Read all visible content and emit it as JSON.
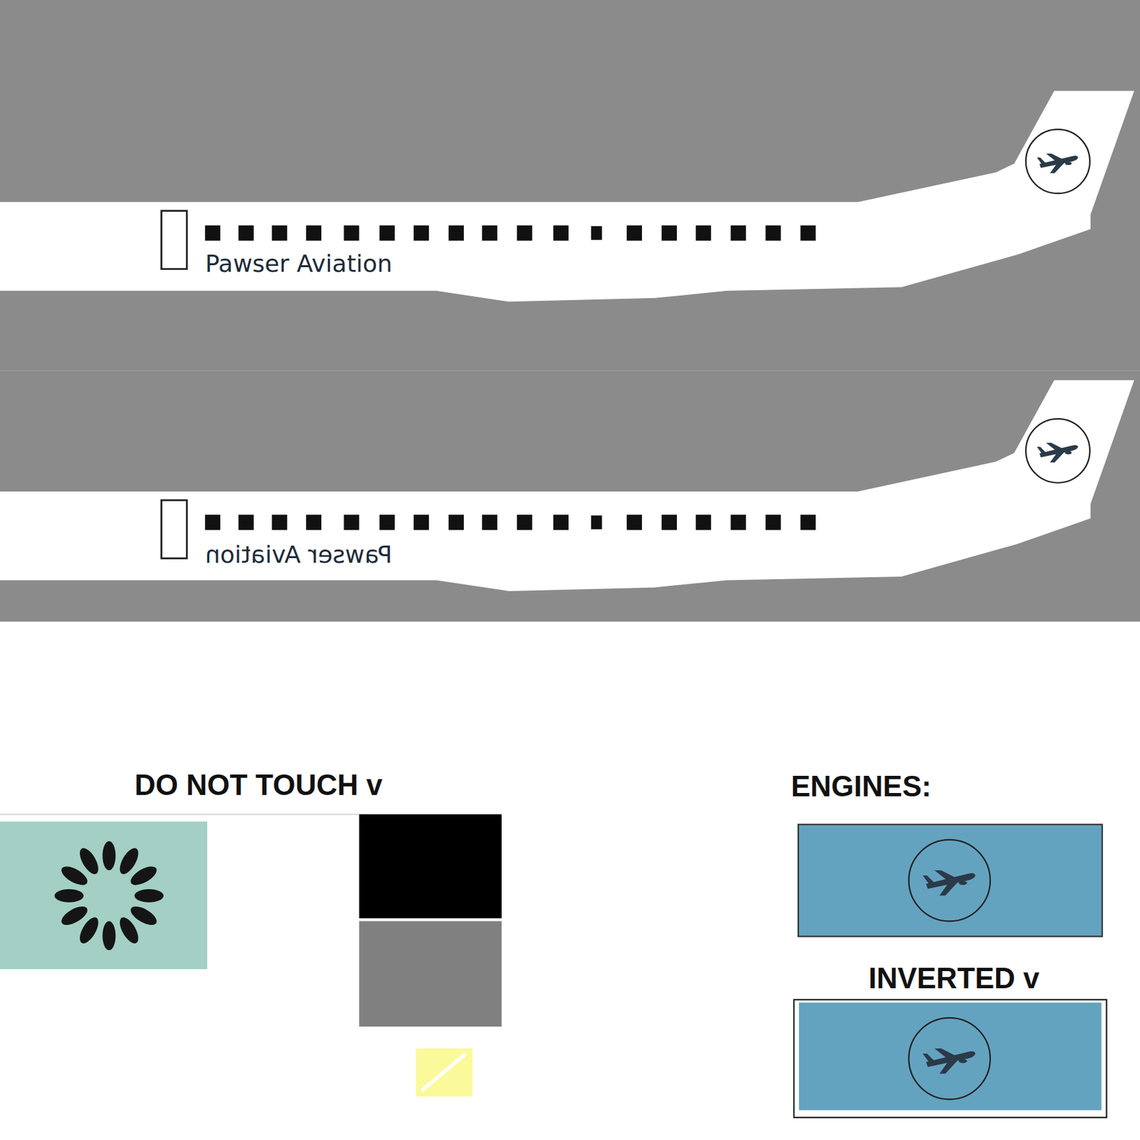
{
  "diagram": {
    "labels": [
      "Pawser Aviation",
      "Pawser Aviation",
      "DO NOT TOUCH v",
      "ENGINES:",
      "INVERTED v"
    ]
  }
}
